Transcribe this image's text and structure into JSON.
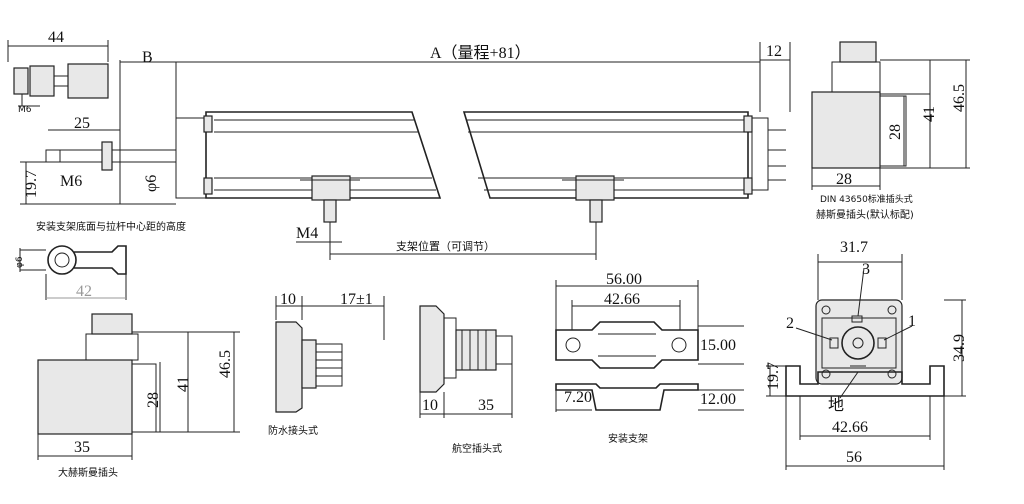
{
  "dims": {
    "d44": "44",
    "B": "B",
    "A": "A（量程+81）",
    "d12": "12",
    "M6a": "M6",
    "d25": "25",
    "d19_7a": "19.7",
    "M6b": "M6",
    "phi6a": "φ6",
    "M4": "M4",
    "bracket_pos": "支架位置（可调节）",
    "phi6b": "φ6",
    "d42a": "42",
    "d28a": "28",
    "d41a": "41",
    "d46_5a": "46.5",
    "d28b": "28",
    "d10a": "10",
    "d17": "17±1",
    "d10b": "10",
    "d35a": "35",
    "d56a": "56.00",
    "d42_66a": "42.66",
    "d15": "15.00",
    "d7_2": "7.20",
    "d12b": "12.00",
    "d31_7": "31.7",
    "n3": "3",
    "n2": "2",
    "n1": "1",
    "d19_7b": "19.7",
    "d34_9": "34.9",
    "gnd": "地",
    "d42_66b": "42.66",
    "d56b": "56",
    "d28c": "28",
    "d41b": "41",
    "d46_5b": "46.5",
    "d35b": "35"
  },
  "captions": {
    "mount_height": "安装支架底面与拉杆中心距的高度",
    "din": "DIN 43650标准插头式",
    "hirschmann_default": "赫斯曼插头(默认标配)",
    "waterproof": "防水接头式",
    "aviation": "航空插头式",
    "bracket": "安装支架",
    "big_hirschmann": "大赫斯曼插头"
  }
}
